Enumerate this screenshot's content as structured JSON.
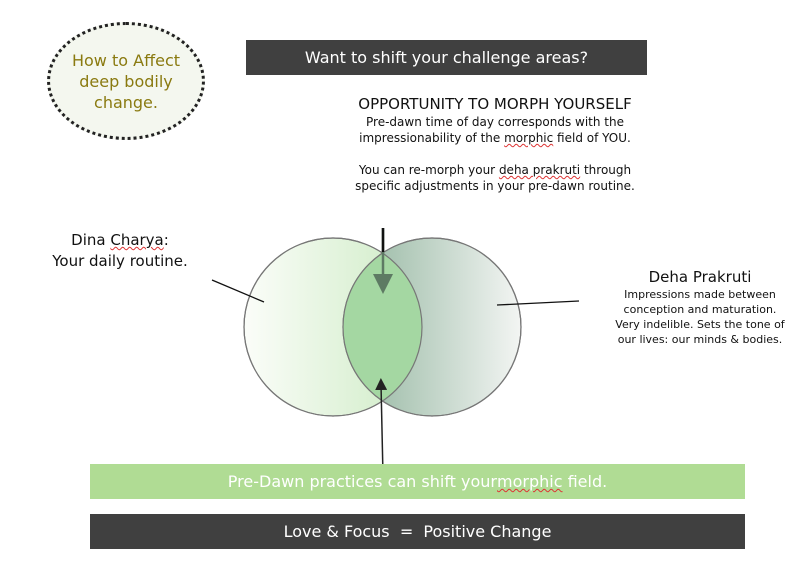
{
  "badge": {
    "lines": [
      "How to Affect",
      "deep bodily",
      "change."
    ]
  },
  "top_banner": "Want to shift your challenge areas?",
  "opportunity": {
    "heading": "OPPORTUNITY TO MORPH YOURSELF",
    "line1": "Pre-dawn time of day corresponds with the",
    "line2_a": "impressionability of the ",
    "line2_b": "morphic",
    "line2_c": " field of YOU.",
    "line3_a": "You can re-morph your ",
    "line3_b": "deha prakruti",
    "line3_c": " through",
    "line4": "specific adjustments in your pre-dawn routine."
  },
  "dina": {
    "title_a": "Dina ",
    "title_b": "Charya",
    "title_c": ":",
    "subtitle": "Your daily routine."
  },
  "deha": {
    "title": "Deha Prakruti",
    "lines": [
      "Impressions made between",
      "conception and maturation.",
      "Very indelible. Sets the tone of",
      "our lives: our minds & bodies."
    ]
  },
  "green_banner": {
    "a": "Pre-Dawn practices can shift your ",
    "b": "morphic",
    "c": " field."
  },
  "bottom_banner": "Love & Focus  =  Positive Change",
  "colors": {
    "dark_bar": "#404040",
    "green_bar": "#b0dc94",
    "badge_text": "#8a7a10"
  }
}
